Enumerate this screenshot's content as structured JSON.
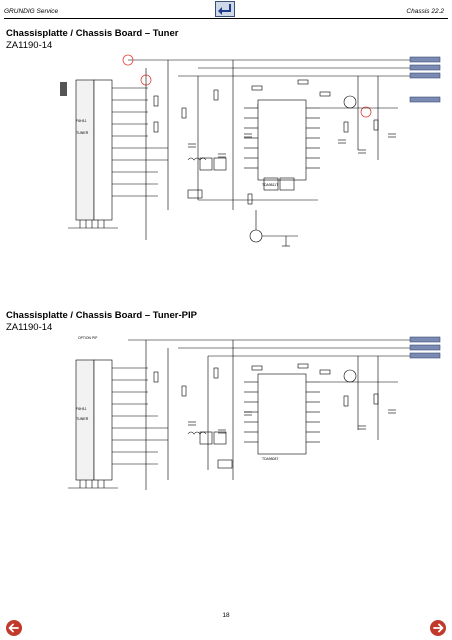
{
  "header": {
    "left": "GRUNDIG Service",
    "right": "Chassis 22.2"
  },
  "sections": [
    {
      "title": "Chassisplatte / Chassis Board – Tuner",
      "code": "ZA1190-14",
      "tuner_label": "TUNER",
      "tuner_code": "F6H11",
      "ic_label": "TDA9811T"
    },
    {
      "title": "Chassisplatte / Chassis Board – Tuner-PIP",
      "code": "ZA1190-14",
      "option_label": "OPTION PIP",
      "tuner_label": "TUNER",
      "tuner_code": "F6H11",
      "ic_label": "TDA9808T"
    }
  ],
  "page_number": "18",
  "icons": {
    "back": "back-arrow-icon",
    "prev": "prev-page-icon",
    "next": "next-page-icon"
  },
  "colors": {
    "accent": "#c0392b",
    "connector": "#7a8ab0",
    "marker": "#e0443a"
  }
}
